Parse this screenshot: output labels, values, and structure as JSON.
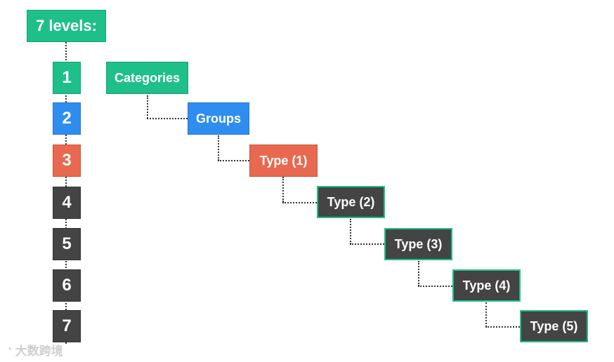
{
  "title": "7 levels:",
  "levels": [
    "1",
    "2",
    "3",
    "4",
    "5",
    "6",
    "7"
  ],
  "nodes": [
    "Categories",
    "Groups",
    "Type (1)",
    "Type (2)",
    "Type (3)",
    "Type (4)",
    "Type (5)"
  ],
  "colors": {
    "green": "#1fbf8a",
    "blue": "#2f8df0",
    "red": "#e8694f",
    "dark": "#444444"
  },
  "watermark": "大数跨境"
}
